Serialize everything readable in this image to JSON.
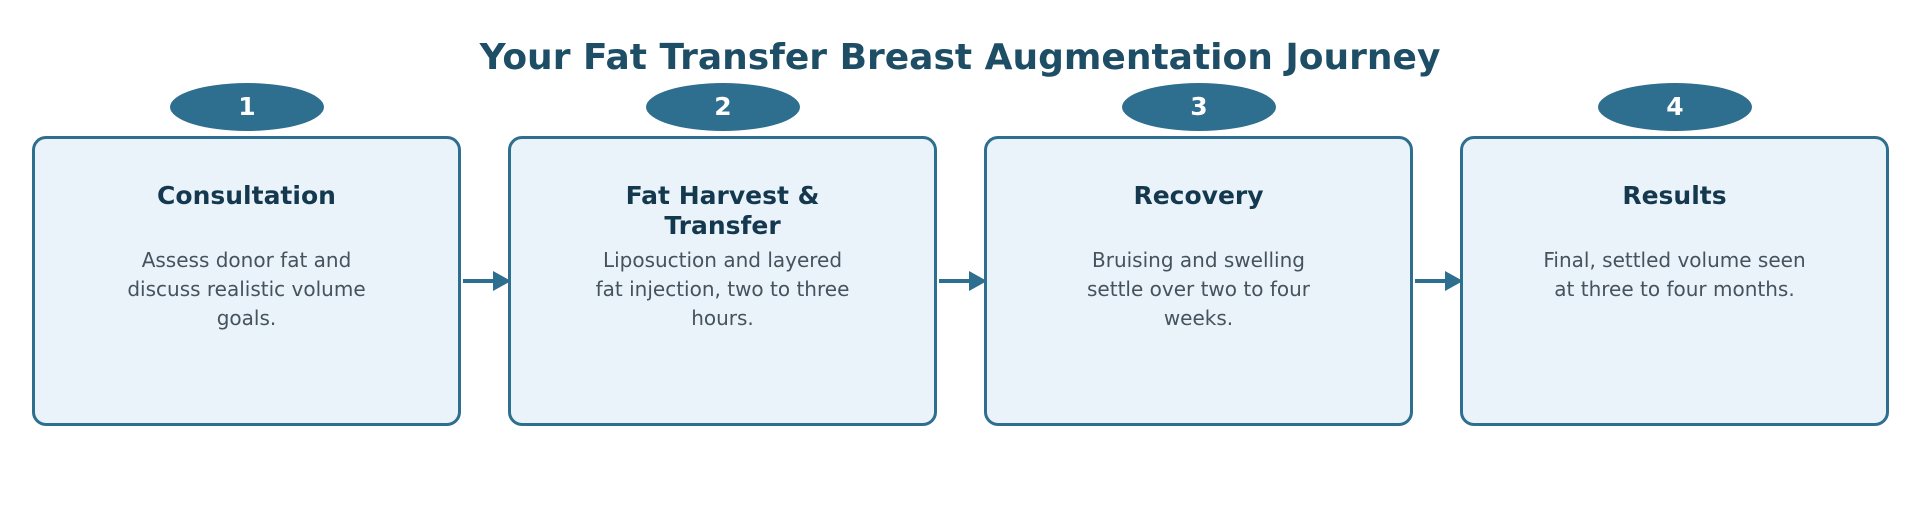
{
  "title": "Your Fat Transfer Breast Augmentation Journey",
  "colors": {
    "accent": "#2e6e8e",
    "title": "#1e4d66",
    "box_fill": "#eaf2fa",
    "step_title": "#14394f",
    "description": "#45535d"
  },
  "steps": [
    {
      "number": "1",
      "title": "Consultation",
      "description": "Assess donor fat and discuss realistic volume goals."
    },
    {
      "number": "2",
      "title": "Fat Harvest & Transfer",
      "description": "Liposuction and layered fat injection, two to three hours."
    },
    {
      "number": "3",
      "title": "Recovery",
      "description": "Bruising and swelling settle over two to four weeks."
    },
    {
      "number": "4",
      "title": "Results",
      "description": "Final, settled volume seen at three to four months."
    }
  ],
  "connectors": [
    {
      "icon": "arrow-right-icon"
    },
    {
      "icon": "arrow-right-icon"
    },
    {
      "icon": "arrow-right-icon"
    }
  ]
}
